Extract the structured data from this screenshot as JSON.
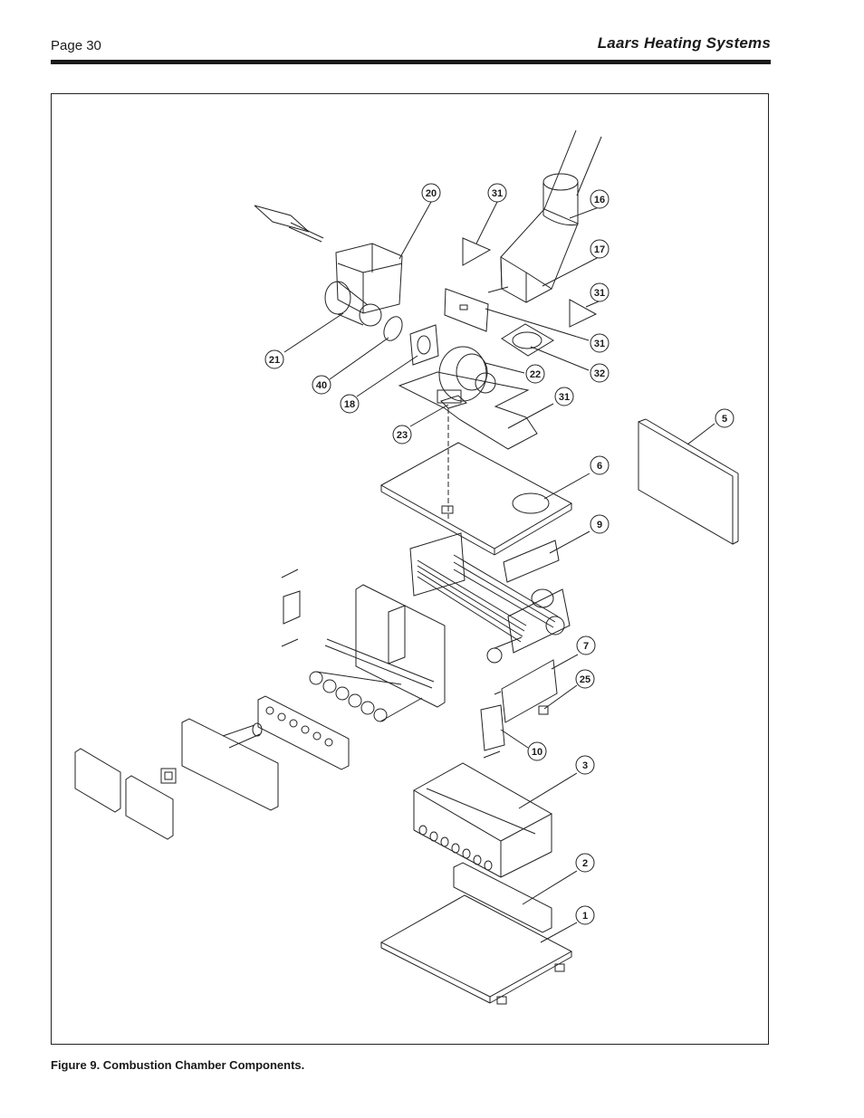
{
  "header": {
    "page_number": "Page 30",
    "brand": "Laars Heating Systems"
  },
  "figure": {
    "caption": "Figure 9. Combustion Chamber Components.",
    "callouts": [
      "20",
      "31",
      "16",
      "17",
      "31",
      "31",
      "32",
      "21",
      "40",
      "18",
      "22",
      "31",
      "23",
      "5",
      "6",
      "9",
      "7",
      "25",
      "10",
      "3",
      "2",
      "1"
    ]
  }
}
